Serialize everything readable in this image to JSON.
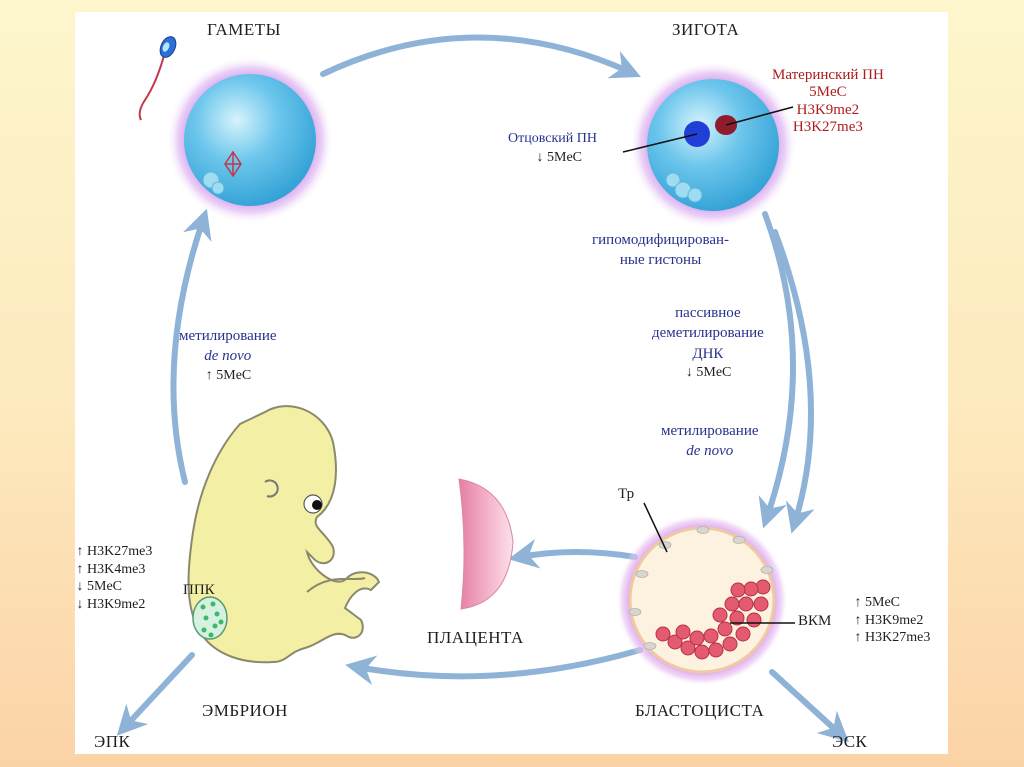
{
  "stages": {
    "gametes": "ГАМЕТЫ",
    "zygote": "ЗИГОТА",
    "blastocyst": "БЛАСТОЦИСТА",
    "embryo": "ЭМБРИОН",
    "placenta": "ПЛАЦЕНТА",
    "epk": "ЭПК",
    "esk": "ЭСК"
  },
  "zygote_labels": {
    "paternal": "Отцовский ПН",
    "paternal_mark": "5MeC",
    "maternal": "Материнский ПН",
    "maternal_marks": [
      "5MeC",
      "H3K9me2",
      "H3K27me3"
    ]
  },
  "right_path": {
    "hypo_1": "гипомодифицирован-",
    "hypo_2": "ные гистоны",
    "passive_1": "пассивное",
    "passive_2": "деметилирование",
    "passive_3": "ДНК",
    "passive_mark": "5MeC",
    "denovo_1": "метилирование",
    "denovo_2": "de novo"
  },
  "left_path": {
    "denovo_1": "метилирование",
    "denovo_2": "de novo",
    "mark": "5MeC"
  },
  "blastocyst_labels": {
    "tr": "Тр",
    "vkm": "ВКМ",
    "marks": [
      {
        "dir": "up",
        "text": "5MeC"
      },
      {
        "dir": "up",
        "text": "H3K9me2"
      },
      {
        "dir": "up",
        "text": "H3K27me3"
      }
    ]
  },
  "embryo_labels": {
    "ppk": "ППК",
    "marks": [
      {
        "dir": "up",
        "text": "H3K27me3"
      },
      {
        "dir": "up",
        "text": "H3K4me3"
      },
      {
        "dir": "down",
        "text": "5MeC"
      },
      {
        "dir": "down",
        "text": "H3K9me2"
      }
    ]
  },
  "colors": {
    "cycle_arrow": "#8fb3d6",
    "cell": "#4fb6e2",
    "glow": "#c98be6",
    "paternal_pn": "#1f3fd6",
    "maternal_pn": "#8f1c2c",
    "embryo": "#f3efa5",
    "placenta": "#f0a6c4"
  }
}
